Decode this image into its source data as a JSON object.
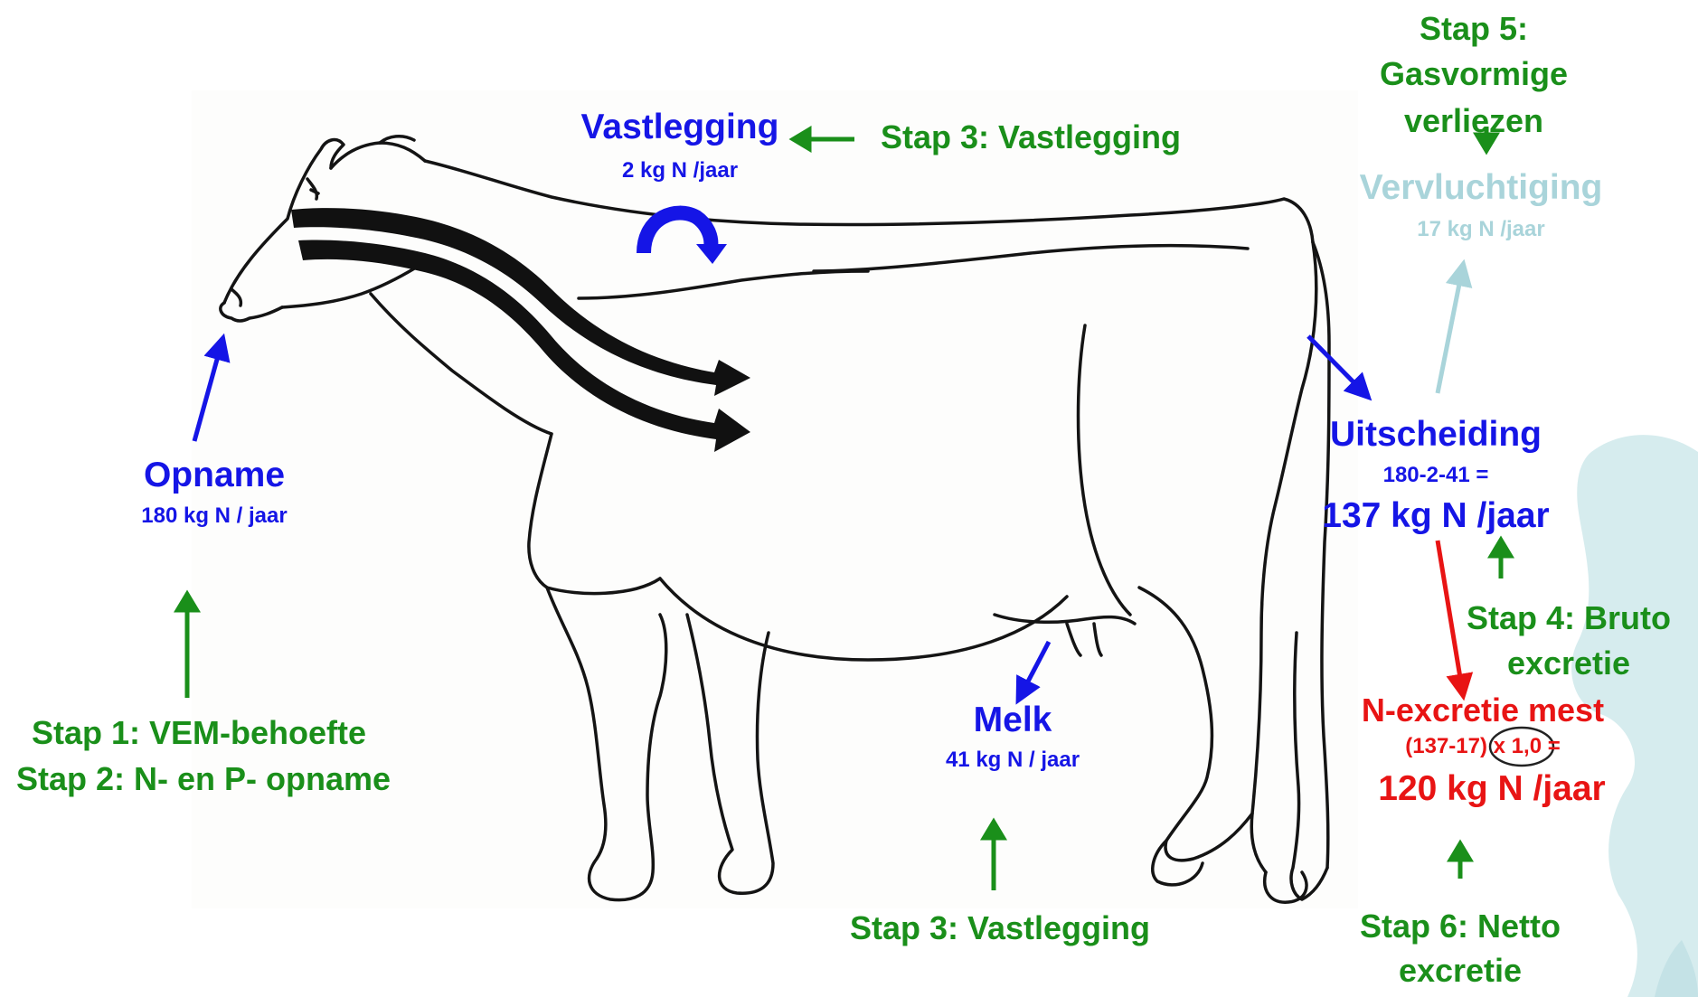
{
  "title": "",
  "nodes": {
    "opname": {
      "title": "Opname",
      "value": "180 kg N / jaar"
    },
    "vastlegging": {
      "title": "Vastlegging",
      "value": "2 kg N /jaar"
    },
    "melk": {
      "title": "Melk",
      "value": "41 kg N / jaar"
    },
    "uitscheiding": {
      "title": "Uitscheiding",
      "formula": "180-2-41 =",
      "value": "137 kg N /jaar"
    },
    "vervluchtiging": {
      "title": "Vervluchtiging",
      "value": "17 kg N /jaar"
    },
    "nexcretie": {
      "title": "N-excretie mest",
      "formula_a": "(137-17) ",
      "formula_b": "x 1,0",
      "formula_c": " =",
      "value": "120 kg N /jaar"
    }
  },
  "steps": {
    "step1": "Stap 1: VEM-behoefte",
    "step2": "Stap 2: N- en P- opname",
    "step3_top": "Stap 3: Vastlegging",
    "step3_bottom": "Stap 3: Vastlegging",
    "step4_line1": "Stap 4: Bruto",
    "step4_line2": "excretie",
    "step5_line1": "Stap 5:",
    "step5_line2": "Gasvormige",
    "step5_line3": "verliezen",
    "step6_line1": "Stap 6: Netto",
    "step6_line2": "excretie"
  },
  "colors": {
    "flow": "#1515e6",
    "step": "#1a8f1a",
    "result": "#e81414",
    "volatile": "#a9d4da",
    "background_logo": "#d6ecee"
  }
}
